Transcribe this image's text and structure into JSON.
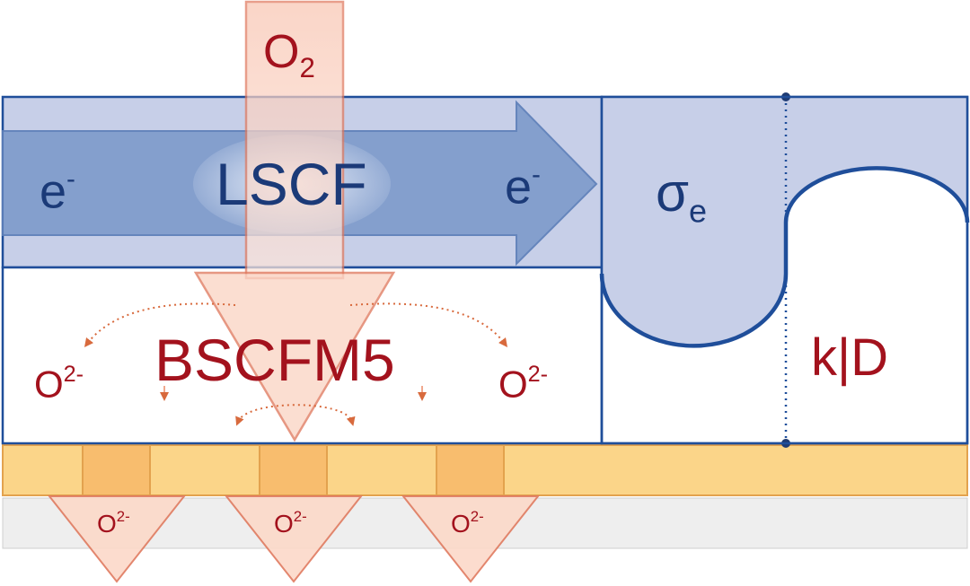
{
  "labels": {
    "o2_main": "O",
    "o2_sub": "2",
    "electron_left_base": "e",
    "electron_left_sup": "-",
    "lscf": "LSCF",
    "electron_right_base": "e",
    "electron_right_sup": "-",
    "sigma_base": "σ",
    "sigma_sub": "e",
    "bscfm5": "BSCFM5",
    "o2minus_left_base": "O",
    "o2minus_left_sup": "2-",
    "o2minus_right_base": "O",
    "o2minus_right_sup": "2-",
    "kd": "k|D",
    "o2minus_bottom_1_base": "O",
    "o2minus_bottom_1_sup": "2-",
    "o2minus_bottom_2_base": "O",
    "o2minus_bottom_2_sup": "2-",
    "o2minus_bottom_3_base": "O",
    "o2minus_bottom_3_sup": "2-"
  },
  "colors": {
    "lscf_layer": "#c7cfe8",
    "electron_arrow": "#7f9ccb",
    "outline": "#1f4e9a",
    "oxygen_arrow_fill": "#fbd5c5",
    "oxygen_arrow_stroke": "#e07a5f",
    "electrolyte": "#fbd589",
    "electrolyte_block": "#f8bd6e",
    "substrate": "#eeeeee",
    "blue_text": "#1b3a78",
    "red_text": "#a3121d"
  }
}
